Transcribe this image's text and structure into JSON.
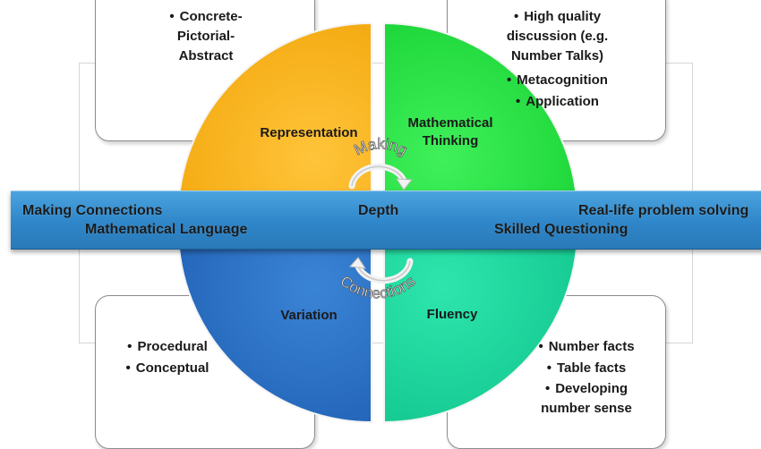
{
  "boxes": {
    "top_left": [
      "Concrete-Pictorial-Abstract"
    ],
    "top_right": [
      "High quality discussion (e.g. Number Talks)",
      "Metacognition",
      "Application"
    ],
    "bottom_left": [
      "Procedural",
      "Conceptual"
    ],
    "bottom_right": [
      "Number facts",
      "Table facts",
      "Developing number sense"
    ]
  },
  "quadrants": {
    "top_left": "Representation",
    "top_right": "Mathematical Thinking",
    "bottom_left": "Variation",
    "bottom_right": "Fluency"
  },
  "band": {
    "left_top": "Making Connections",
    "left_bottom": "Mathematical Language",
    "center": "Depth",
    "right_top": "Real-life problem solving",
    "right_bottom": "Skilled Questioning"
  },
  "arrows": {
    "top": "Making",
    "bottom": "Connections"
  },
  "colors": {
    "representation": "#fbb70f",
    "mathematical_thinking": "#1fdf3c",
    "variation": "#2a6fc4",
    "fluency": "#14d49a",
    "band": "#2f86c9"
  }
}
